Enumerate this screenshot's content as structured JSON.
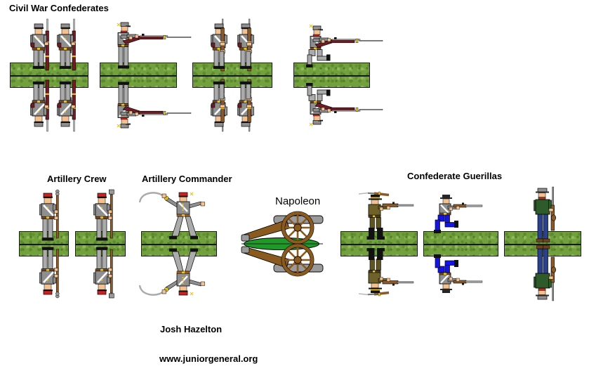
{
  "labels": {
    "title": "Civil War Confederates",
    "artillery_crew": "Artillery Crew",
    "artillery_commander": "Artillery Commander",
    "napoleon": "Napoleon",
    "confederate_guerillas": "Confederate Guerillas",
    "author": "Josh Hazelton",
    "website": "www.juniorgeneral.org"
  },
  "palette": {
    "background": "#ffffff",
    "text": "#000000",
    "base_grass_green": "#71a03c",
    "base_grass_dark": "#5d8a31",
    "uniform_gray": "#8f8f8f",
    "trousers_gray": "#ababab",
    "skin": "#f2c18f",
    "rifle_maroon": "#701c24",
    "wood_brown": "#8b5a2b",
    "metal_gray": "#999999",
    "bayonet_silver": "#b8b8b8",
    "brass_gold": "#e8c520",
    "kepi_red": "#cc2222",
    "guerilla_olive": "#6e6228",
    "guerilla_trousers_blue": "#1414e6",
    "jeans_blue": "#2a4190",
    "coat_green": "#2f5b2b",
    "beard_red": "#a33524",
    "cannon_base_green": "#1f9928",
    "carriage_brown": "#8b5a1e"
  },
  "figures": {
    "infantry_standing_pair": "two standing infantrymen with shouldered rifles and white cross-belts",
    "infantry_firing_standing": "standing infantryman firing a long musket with bayonet",
    "infantry_at_ready_pair": "two standing infantrymen holding brown muskets",
    "infantry_firing_kneeling": "kneeling infantryman firing a long musket with bayonet",
    "artillery_crewman_worm": "artillery crewman in red kepi holding a worm tool",
    "artillery_crewman_rammer": "artillery crewman in red kepi holding a rammer",
    "artillery_commander_officer": "officer in red kepi with extended saber",
    "napoleon_cannon": "side view of a Napoleon cannon with spoked wheel and trail",
    "guerilla_standing_firing": "guerilla in olive-brown firing a carbine with slung bayoneted rifle",
    "guerilla_kneeling_firing": "guerilla in gray jacket and bright blue trousers kneeling and firing",
    "guerilla_standing_rifle": "red-bearded guerilla in green coat and blue jeans holding a rifle"
  }
}
